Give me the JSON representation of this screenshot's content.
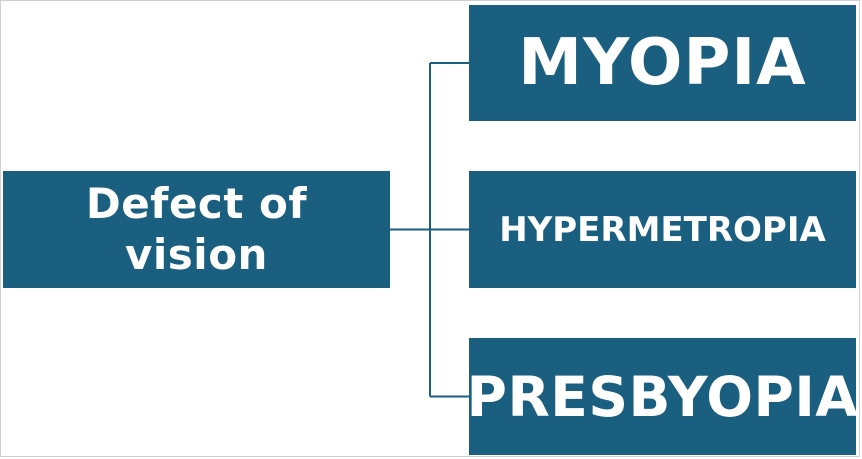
{
  "diagram": {
    "root": {
      "line1": "Defect of",
      "line2": "vision"
    },
    "children": [
      {
        "label": "MYOPIA"
      },
      {
        "label": "HYPERMETROPIA"
      },
      {
        "label": "PRESBYOPIA"
      }
    ]
  },
  "colors": {
    "box_fill": "#1a5e80",
    "text": "#ffffff",
    "connector": "#1a5e80",
    "background": "#ffffff"
  }
}
